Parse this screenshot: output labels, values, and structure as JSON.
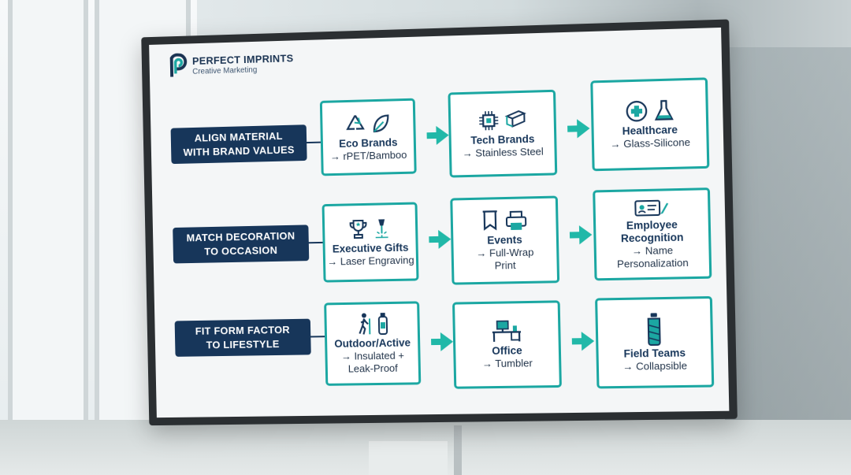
{
  "brand": {
    "name": "PERFECT IMPRINTS",
    "tagline": "Creative Marketing"
  },
  "colors": {
    "navy": "#17365a",
    "teal": "#1ba7a2",
    "arrow": "#21b8a8"
  },
  "rows": [
    {
      "label": "ALIGN MATERIAL\nWITH BRAND VALUES",
      "cards": [
        {
          "title": "Eco Brands",
          "sub": "→ rPET/Bamboo",
          "icons": [
            "recycle-icon",
            "leaf-icon"
          ]
        },
        {
          "title": "Tech Brands",
          "sub": "→ Stainless Steel",
          "icons": [
            "chip-icon",
            "steel-beam-icon"
          ]
        },
        {
          "title": "Healthcare",
          "sub": "→ Glass-Silicone",
          "icons": [
            "medical-cross-icon",
            "flask-icon"
          ]
        }
      ]
    },
    {
      "label": "MATCH DECORATION\nTO OCCASION",
      "cards": [
        {
          "title": "Executive Gifts",
          "sub": "→ Laser Engraving",
          "icons": [
            "trophy-icon",
            "laser-icon"
          ]
        },
        {
          "title": "Events",
          "sub": "→ Full-Wrap\nPrint",
          "icons": [
            "banner-icon",
            "printer-icon"
          ]
        },
        {
          "title": "Employee\nRecognition",
          "sub": "→ Name\nPersonalization",
          "icons": [
            "id-badge-icon"
          ]
        }
      ]
    },
    {
      "label": "FIT FORM FACTOR\nTO LIFESTYLE",
      "cards": [
        {
          "title": "Outdoor/Active",
          "sub": "→ Insulated +\nLeak-Proof",
          "icons": [
            "hiker-icon",
            "bottle-icon"
          ]
        },
        {
          "title": "Office",
          "sub": "→ Tumbler",
          "icons": [
            "desk-icon"
          ]
        },
        {
          "title": "Field Teams",
          "sub": "→ Collapsible",
          "icons": [
            "collapsible-bottle-icon"
          ]
        }
      ]
    }
  ]
}
